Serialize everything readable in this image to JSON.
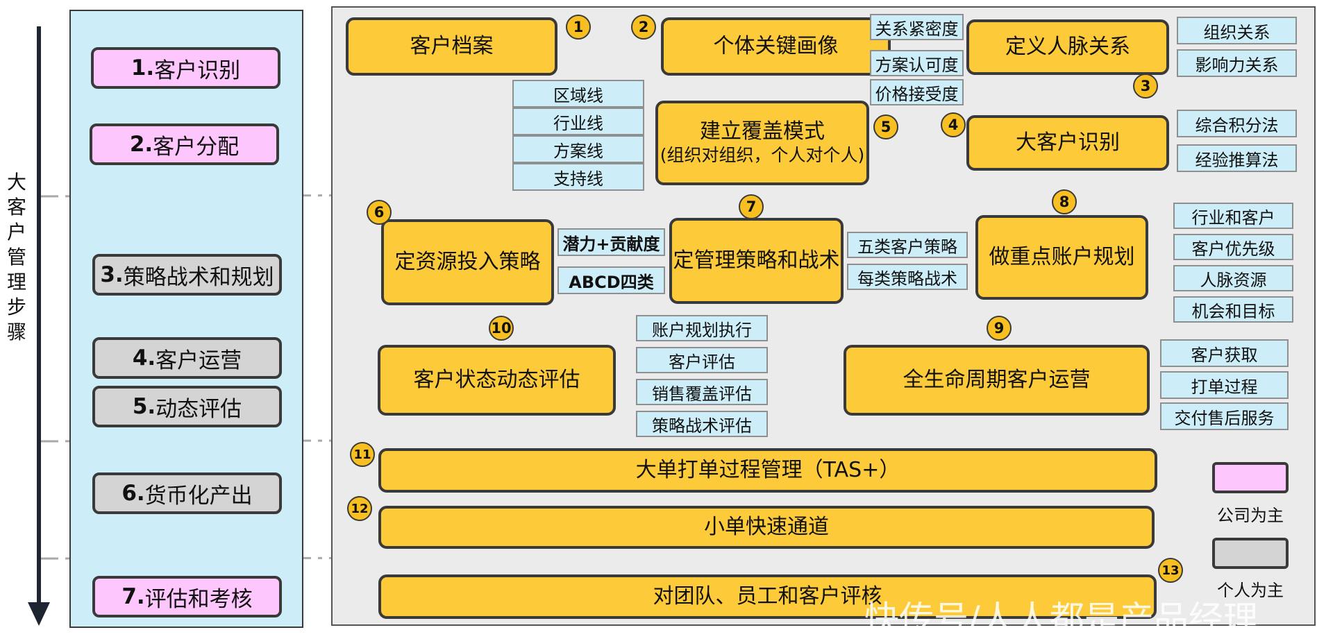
{
  "vertical_title": [
    "大",
    "客",
    "户",
    "管",
    "理",
    "步",
    "骤"
  ],
  "steps": [
    {
      "num": "1.",
      "label": "客户识别",
      "style": "pink"
    },
    {
      "num": "2.",
      "label": "客户分配",
      "style": "pink"
    },
    {
      "num": "3.",
      "label": "策略战术和规划",
      "style": "gray"
    },
    {
      "num": "4.",
      "label": "客户运营",
      "style": "gray"
    },
    {
      "num": "5.",
      "label": "动态评估",
      "style": "gray"
    },
    {
      "num": "6.",
      "label": "货币化产出",
      "style": "gray"
    },
    {
      "num": "7.",
      "label": "评估和考核",
      "style": "pink"
    }
  ],
  "nodes": {
    "customer_file": "客户档案",
    "persona": "个体关键画像",
    "relations": "定义人脉关系",
    "key_account_id": "大客户识别",
    "coverage_title": "建立覆盖模式",
    "coverage_sub": "(组织对组织，个人对个人)",
    "resource": "定资源投入策略",
    "mgmt_strategy": "定管理策略和战术",
    "account_plan": "做重点账户规划",
    "lifecycle": "全生命周期客户运营",
    "dynamic_eval": "客户状态动态评估",
    "big_deal": "大单打单过程管理（TAS+）",
    "small_deal": "小单快速通道",
    "team_eval": "对团队、员工和客户评核"
  },
  "labels": {
    "persona_tags": [
      "关系紧密度",
      "方案认可度",
      "价格接受度"
    ],
    "relation_tags": [
      "组织关系",
      "影响力关系"
    ],
    "id_tags": [
      "综合积分法",
      "经验推算法"
    ],
    "coverage_tags": [
      "区域线",
      "行业线",
      "方案线",
      "支持线"
    ],
    "resource_tags": [
      "潜力+贡献度",
      "ABCD四类"
    ],
    "mgmt_tags": [
      "五类客户策略",
      "每类策略战术"
    ],
    "plan_tags": [
      "行业和客户",
      "客户优先级",
      "人脉资源",
      "机会和目标"
    ],
    "lifecycle_tags": [
      "客户获取",
      "打单过程",
      "交付售后服务"
    ],
    "eval_tags": [
      "账户规划执行",
      "客户评估",
      "销售覆盖评估",
      "策略战术评估"
    ]
  },
  "badges": [
    "1",
    "2",
    "3",
    "4",
    "5",
    "6",
    "7",
    "8",
    "9",
    "10",
    "11",
    "12",
    "13"
  ],
  "legend": {
    "company": "公司为主",
    "individual": "个人为主",
    "company_color": "#fdc6fd",
    "individual_color": "#d4d4d4"
  },
  "watermark": "快传号/人人都是产品经理",
  "colors": {
    "node_fill": "#fdcb3a",
    "label_fill": "#cdeef8",
    "panel_bg": "#ebebeb",
    "line": "#2f3a4f"
  }
}
